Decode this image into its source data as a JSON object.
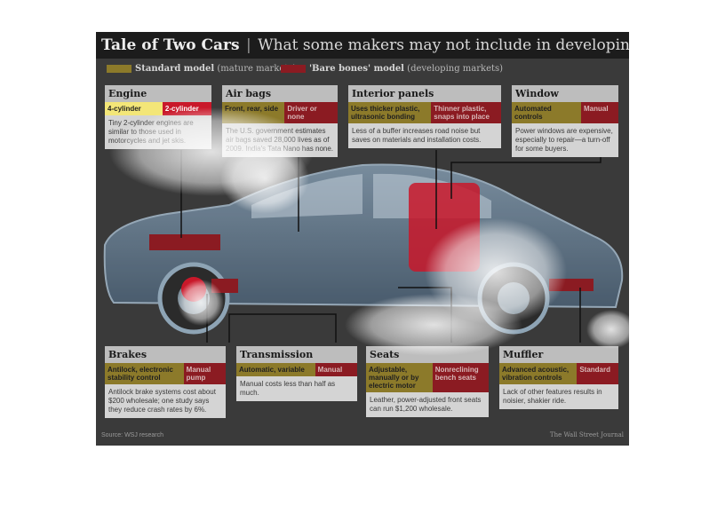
{
  "title": {
    "bold": "Tale of Two Cars",
    "separator": "|",
    "rest": "What some makers may not include in developing markets"
  },
  "legend": {
    "standard": {
      "bold": "Standard model",
      "note": "(mature markets)",
      "color": "#8c7a2a"
    },
    "barebones": {
      "bold": "'Bare bones' model",
      "note": "(developing markets)",
      "color": "#8b1b22"
    }
  },
  "boxes": {
    "engine": {
      "title": "Engine",
      "std": "4-cylinder",
      "bb": "2-cylinder",
      "desc": "Tiny 2-cylinder engines are similar to those used in motorcycles and jet skis."
    },
    "airbags": {
      "title": "Air bags",
      "std": "Front, rear, side",
      "bb": "Driver or none",
      "desc": "The U.S. government estimates air bags saved 28,000 lives as of 2009. India's Tata Nano has none."
    },
    "interior": {
      "title": "Interior panels",
      "std": "Uses thicker plastic, ultrasonic bonding",
      "bb": "Thinner plastic, snaps into place",
      "desc": "Less of a buffer increases road noise but saves on materials and installation costs."
    },
    "window": {
      "title": "Window",
      "std": "Automated controls",
      "bb": "Manual",
      "desc": "Power windows are expensive, especially to repair—a turn-off for some buyers."
    },
    "brakes": {
      "title": "Brakes",
      "std": "Antilock, electronic stability control",
      "bb": "Manual pump",
      "desc": "Antilock brake systems cost about $200 wholesale; one study says they reduce crash rates by 6%."
    },
    "transmission": {
      "title": "Transmission",
      "std": "Automatic, variable",
      "bb": "Manual",
      "desc": "Manual costs less than half as much."
    },
    "seats": {
      "title": "Seats",
      "std": "Adjustable, manually or by electric motor",
      "bb": "Nonreclining bench seats",
      "desc": "Leather, power-adjusted front seats can run $1,200 wholesale."
    },
    "muffler": {
      "title": "Muffler",
      "std": "Advanced acoustic, vibration controls",
      "bb": "Standard",
      "desc": "Lack of other features results in noisier, shakier ride."
    }
  },
  "footer": {
    "source": "Source: WSJ research",
    "brand": "The Wall Street Journal"
  }
}
